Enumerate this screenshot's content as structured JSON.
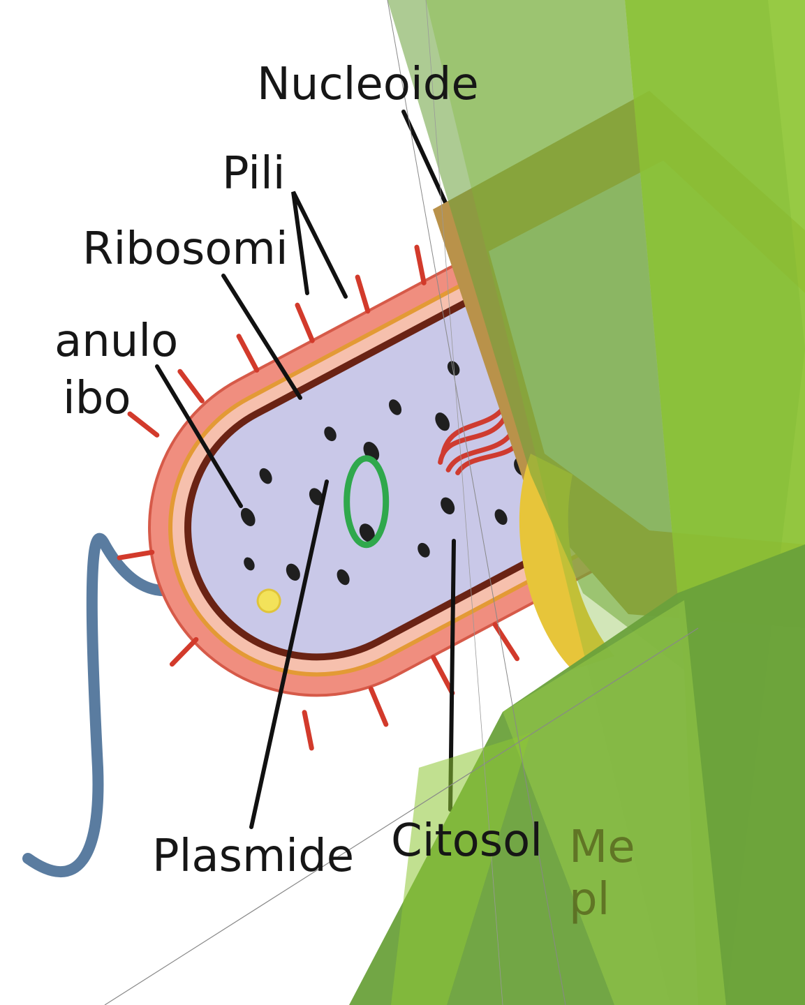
{
  "labels": {
    "nucleoid": "Nucleoide",
    "pili": "Pili",
    "ribosomes": "Ribosomi",
    "granule_line1": "anulo",
    "granule_line2": "ibo",
    "plasmid": "Plasmide",
    "cytosol": "Citosol",
    "membrane_line1": "Me",
    "membrane_line2": "pl"
  },
  "colors": {
    "capsule": "#f08e7f",
    "capsule_edge": "#d65a49",
    "wall_orange": "#e39a35",
    "membrane_dark": "#6a2314",
    "cytoplasm": "#c9c8e8",
    "ribosome": "#1f1f1f",
    "plasmid": "#2fa84c",
    "nucleoid": "#cf3b30",
    "granule": "#f3e25a",
    "pili": "#d23a2b",
    "flagellum": "#5a7ca0",
    "slide_green_dark": "#6aa13b",
    "slide_green_mid": "#7db834",
    "slide_green_light": "#8ec634",
    "background": "#ffffff"
  }
}
